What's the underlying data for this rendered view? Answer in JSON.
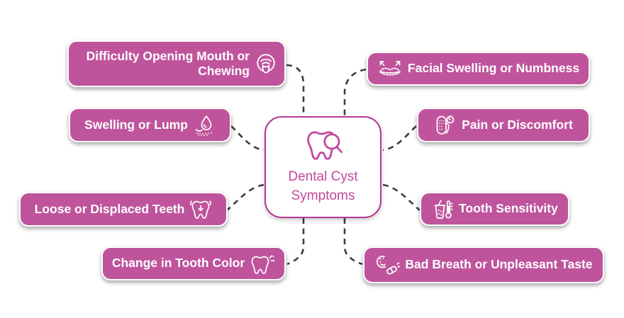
{
  "diagram_title": "Dental Cyst Symptoms",
  "colors": {
    "background": "#ffffff",
    "node_fill": "#bf549c",
    "node_border": "#ffffff",
    "node_text": "#ffffff",
    "center_fill": "#ffffff",
    "center_border": "#b13a92",
    "center_text": "#c2479e",
    "connector": "#3d3d3d"
  },
  "center": {
    "label": "Dental Cyst Symptoms",
    "icon": "tooth-magnifier-icon"
  },
  "nodes": [
    {
      "label": "Difficulty Opening Mouth or Chewing",
      "icon": "jaw-ache-icon",
      "icon_side": "right"
    },
    {
      "label": "Facial Swelling or Numbness",
      "icon": "swollen-lips-icon",
      "icon_side": "left"
    },
    {
      "label": "Swelling or Lump",
      "icon": "lump-drop-icon",
      "icon_side": "right"
    },
    {
      "label": "Pain or Discomfort",
      "icon": "pain-gauge-icon",
      "icon_side": "left"
    },
    {
      "label": "Loose or Displaced Teeth",
      "icon": "loose-tooth-icon",
      "icon_side": "right"
    },
    {
      "label": "Tooth Sensitivity",
      "icon": "cold-drink-thermometer-icon",
      "icon_side": "left"
    },
    {
      "label": "Change in Tooth Color",
      "icon": "tooth-sparkle-icon",
      "icon_side": "right"
    },
    {
      "label": "Bad Breath or Unpleasant Taste",
      "icon": "bad-breath-icon",
      "icon_side": "left"
    }
  ]
}
